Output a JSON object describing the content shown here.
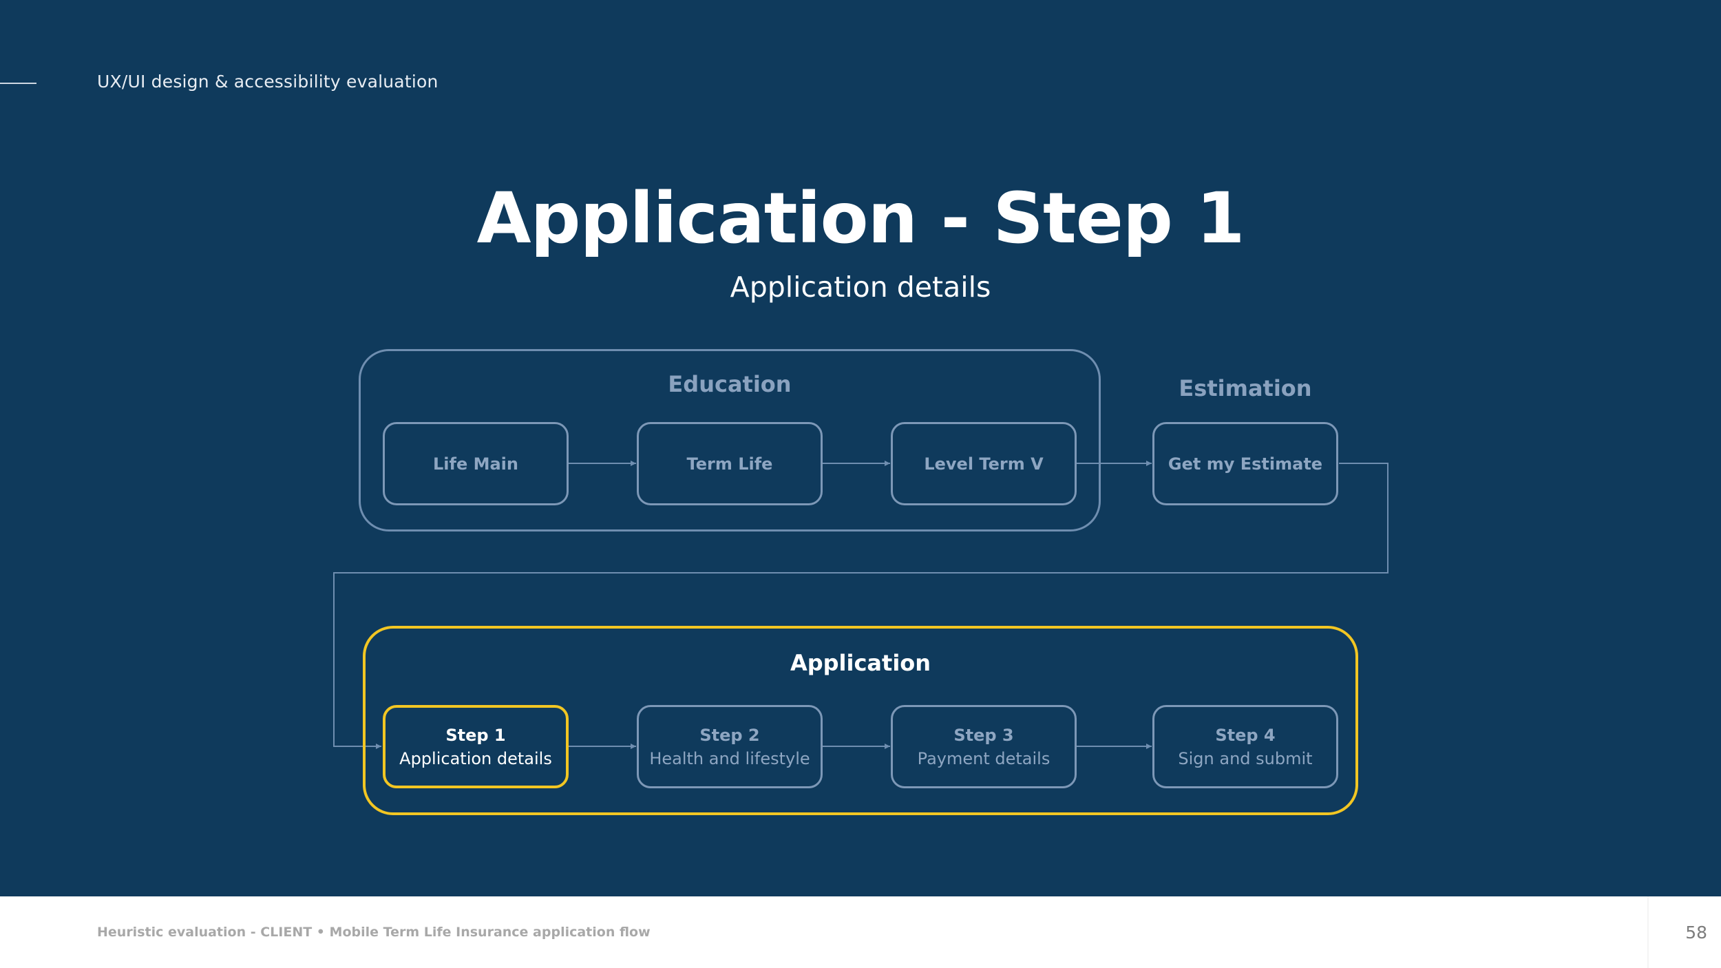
{
  "header": {
    "text": "UX/UI design & accessibility evaluation"
  },
  "slide": {
    "title": "Application - Step 1",
    "subtitle": "Application details"
  },
  "diagram": {
    "groups": {
      "education": "Education",
      "estimation": "Estimation",
      "application": "Application"
    },
    "nodes": {
      "life_main": "Life Main",
      "term_life": "Term Life",
      "level_term_v": "Level Term V",
      "get_my_estimate": "Get my Estimate",
      "step1": {
        "label": "Step 1",
        "sub": "Application details"
      },
      "step2": {
        "label": "Step 2",
        "sub": "Health and lifestyle"
      },
      "step3": {
        "label": "Step 3",
        "sub": "Payment details"
      },
      "step4": {
        "label": "Step 4",
        "sub": "Sign and submit"
      }
    },
    "active_node": "step1",
    "colors": {
      "background": "#0f3a5c",
      "highlight": "#f2c623",
      "inactive": "#7d98b7"
    }
  },
  "footer": {
    "text": "Heuristic evaluation - CLIENT • Mobile Term Life Insurance application flow",
    "page_number": "58"
  }
}
